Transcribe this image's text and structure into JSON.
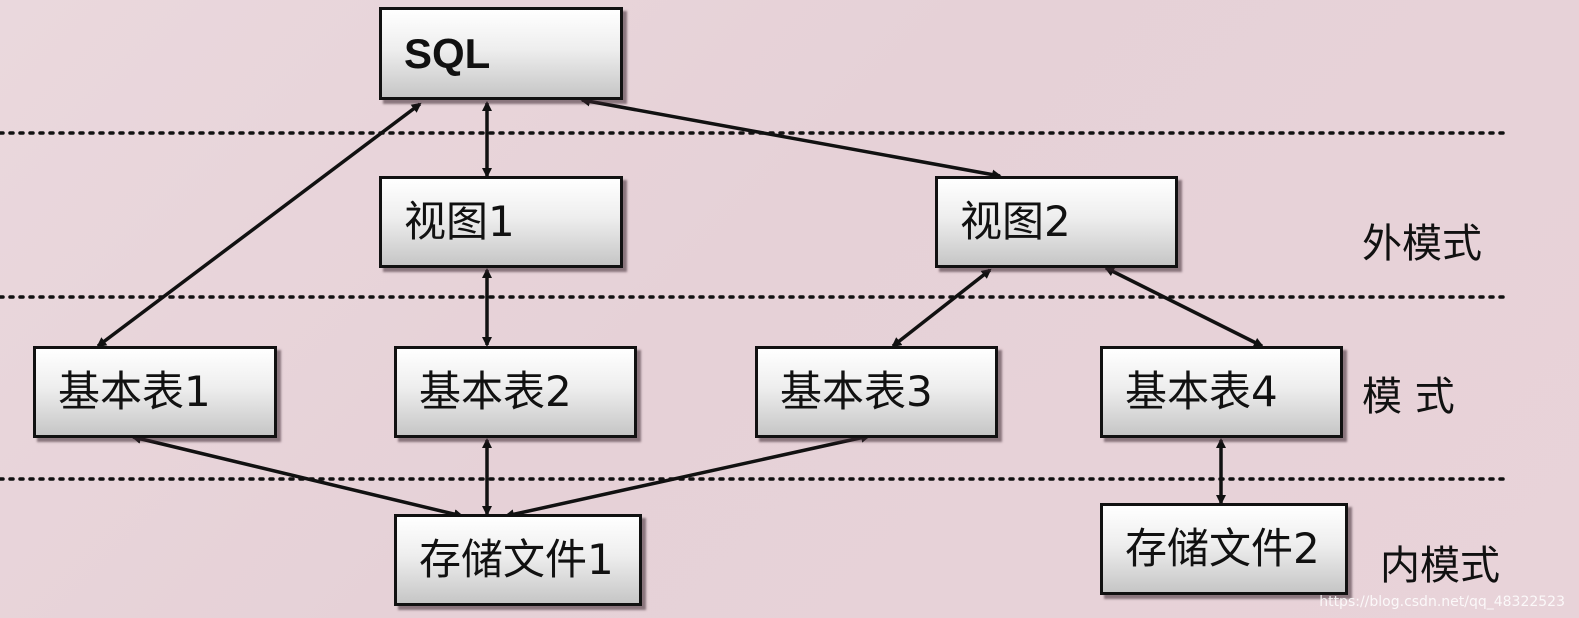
{
  "nodes": {
    "sql": "SQL",
    "view1": "视图1",
    "view2": "视图2",
    "table1": "基本表1",
    "table2": "基本表2",
    "table3": "基本表3",
    "table4": "基本表4",
    "file1": "存储文件1",
    "file2": "存储文件2"
  },
  "layers": {
    "external": "外模式",
    "conceptual": "模 式",
    "internal": "内模式"
  },
  "watermark": "https://blog.csdn.net/qq_48322523",
  "colors": {
    "background": "#e8d4da",
    "line": "#111111",
    "box_top": "#ffffff",
    "box_bottom": "#c6c6c6"
  }
}
